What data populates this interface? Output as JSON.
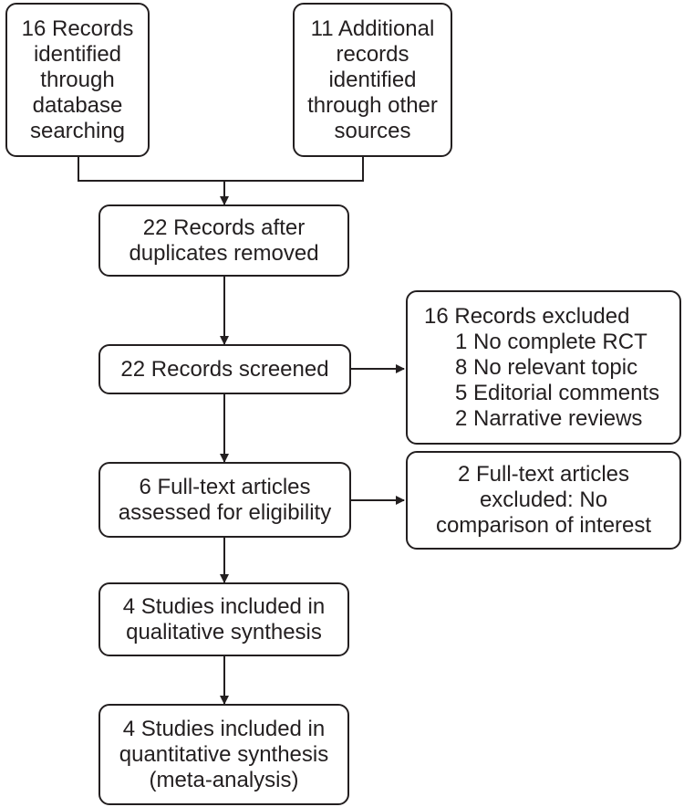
{
  "flow": {
    "db_records": [
      "16 Records",
      "identified",
      "through",
      "database",
      "searching"
    ],
    "other_records": [
      "11 Additional",
      "records",
      "identified",
      "through other",
      "sources"
    ],
    "after_duplicates": [
      "22 Records after",
      "duplicates removed"
    ],
    "screened": [
      "22 Records screened"
    ],
    "excluded_records": {
      "title": "16 Records excluded",
      "reasons": [
        "1 No complete RCT",
        "8 No relevant topic",
        "5 Editorial comments",
        "2 Narrative reviews"
      ]
    },
    "full_text": [
      "6 Full-text articles",
      "assessed for eligibility"
    ],
    "full_text_excluded": [
      "2 Full-text articles",
      "excluded: No",
      "comparison of interest"
    ],
    "qualitative": [
      "4 Studies included in",
      "qualitative synthesis"
    ],
    "quantitative": [
      "4 Studies included in",
      "quantitative synthesis",
      "(meta-analysis)"
    ]
  }
}
